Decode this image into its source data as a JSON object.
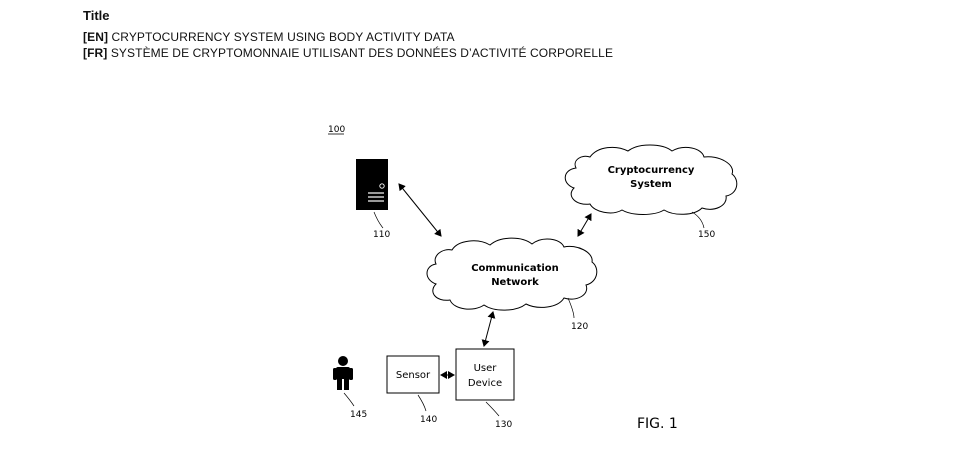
{
  "header": {
    "heading": "Title",
    "en_tag": "[EN]",
    "en_text": "CRYPTOCURRENCY SYSTEM USING BODY ACTIVITY DATA",
    "fr_tag": "[FR]",
    "fr_text": "SYSTÈME DE CRYPTOMONNAIE UTILISANT DES DONNÉES D’ACTIVITÉ CORPORELLE"
  },
  "figure": {
    "system_ref": "100",
    "server_ref": "110",
    "network_label_1": "Communication",
    "network_label_2": "Network",
    "network_ref": "120",
    "crypto_label_1": "Cryptocurrency",
    "crypto_label_2": "System",
    "crypto_ref": "150",
    "sensor_label": "Sensor",
    "sensor_ref": "140",
    "device_label_1": "User",
    "device_label_2": "Device",
    "device_ref": "130",
    "person_ref": "145",
    "caption": "FIG. 1"
  }
}
